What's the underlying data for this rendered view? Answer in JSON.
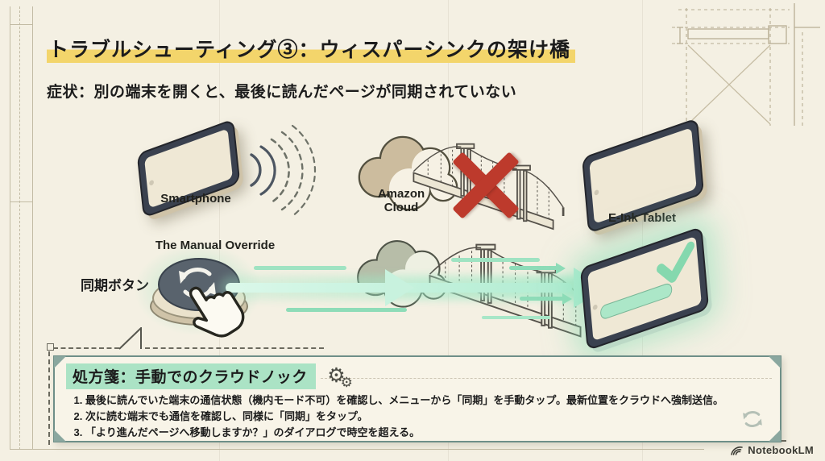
{
  "header": {
    "title": "トラブルシューティング③：ウィスパーシンクの架け橋",
    "symptom": "症状：別の端末を開くと、最後に読んだページが同期されていない"
  },
  "diagram": {
    "smartphone_label": "Smartphone",
    "cloud_label_1": "Amazon",
    "cloud_label_2": "Cloud",
    "tablet_label": "E-Ink Tablet",
    "override_label": "The Manual Override",
    "sync_button_label": "同期ボタン"
  },
  "prescription": {
    "title": "処方箋：手動でのクラウドノック",
    "steps": [
      "最後に読んでいた端末の通信状態（機内モード不可）を確認し、メニューから「同期」を手動タップ。最新位置をクラウドへ強制送信。",
      "次に読む端末でも通信を確認し、同様に「同期」をタップ。",
      "「より進んだページへ移動しますか？」のダイアログで時空を超える。"
    ]
  },
  "footer": {
    "brand": "NotebookLM"
  },
  "icons": {
    "gears": "⚙",
    "gears_small": "⚙"
  },
  "colors": {
    "highlight_yellow": "#f3d56b",
    "highlight_mint": "#abe3c5",
    "error_red": "#bd3a2c",
    "success_green": "#86dcb4",
    "box_border_teal": "#6e8f88",
    "background_cream": "#f4f0e3"
  }
}
